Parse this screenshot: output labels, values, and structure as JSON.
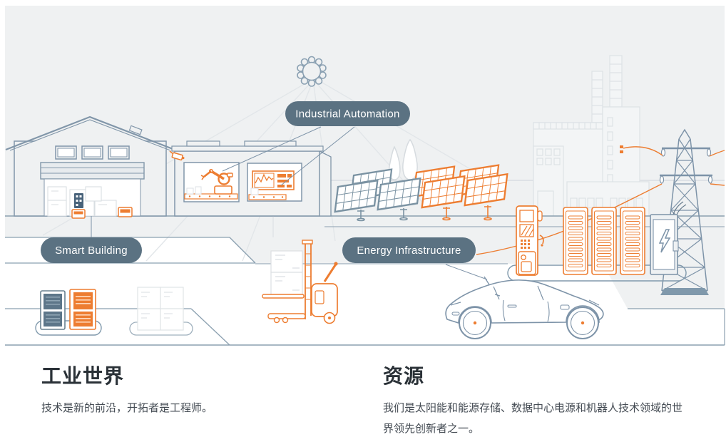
{
  "illustration": {
    "labels": {
      "industrial_automation": "Industrial Automation",
      "smart_building": "Smart Building",
      "energy_infrastructure": "Energy Infrastructure"
    },
    "colors": {
      "accent_orange": "#ed7d31",
      "slate": "#7d93a8",
      "pill_background": "#5b7282",
      "canvas_background": "#eff1f2"
    }
  },
  "sections": {
    "industrial_world": {
      "title": "工业世界",
      "subtitle": "技术是新的前沿，开拓者是工程师。"
    },
    "resources": {
      "title": "资源",
      "description": "我们是太阳能和能源存储、数据中心电源和机器人技术领域的世界领先创新者之一。"
    }
  }
}
